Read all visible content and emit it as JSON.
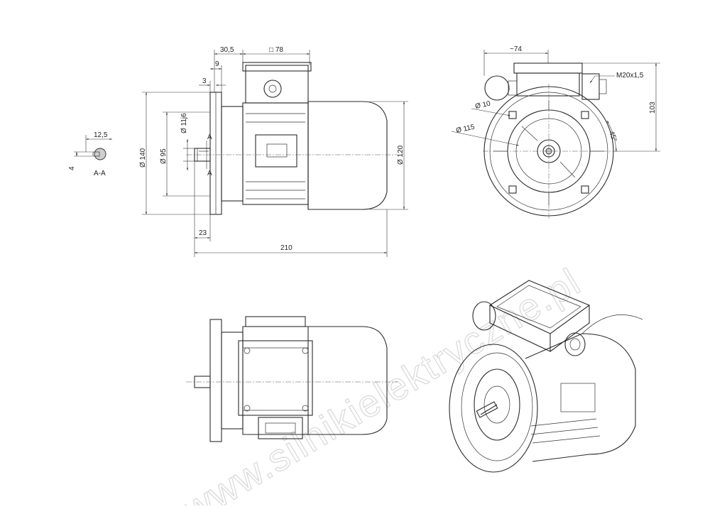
{
  "watermark": "www.silnikielektryczne.pl",
  "section": {
    "label": "A-A",
    "width": "12,5",
    "height": "4"
  },
  "side_view": {
    "dims": {
      "box_offset": "30,5",
      "terminal_box": "□ 78",
      "flange_to_box": "9",
      "flange_thickness": "3",
      "flange_dia": "Ø 140",
      "spigot_dia": "Ø 95",
      "shaft_dia": "Ø 11j6",
      "body_dia": "Ø 120",
      "shaft_length": "23",
      "total_length": "210",
      "section_mark_top": "A",
      "section_mark_bottom": "A"
    }
  },
  "front_view": {
    "dims": {
      "box_width": "~74",
      "cable_gland": "M20x1,5",
      "hole_dia": "Ø 10",
      "pcd": "Ø 115",
      "angle": "45°",
      "height": "103"
    }
  }
}
